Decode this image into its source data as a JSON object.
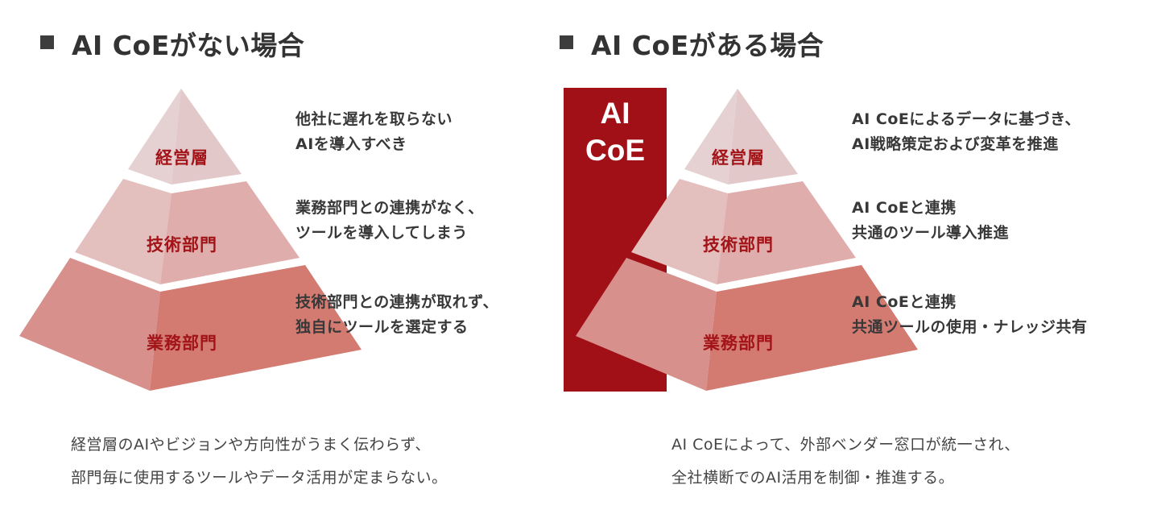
{
  "left": {
    "heading": "AI CoEがない場合",
    "tiers": [
      {
        "label": "経営層",
        "note": [
          "他社に遅れを取らない",
          "AIを導入すべき"
        ]
      },
      {
        "label": "技術部門",
        "note": [
          "業務部門との連携がなく、",
          "ツールを導入してしまう"
        ]
      },
      {
        "label": "業務部門",
        "note": [
          "技術部門との連携が取れず、",
          "独自にツールを選定する"
        ]
      }
    ],
    "summary": [
      "経営層のAIやビジョンや方向性がうまく伝わらず、",
      "部門毎に使用するツールやデータ活用が定まらない。"
    ]
  },
  "right": {
    "heading": "AI CoEがある場合",
    "coe_label": [
      "AI",
      "CoE"
    ],
    "tiers": [
      {
        "label": "経営層",
        "note": [
          "AI CoEによるデータに基づき、",
          "AI戦略策定および変革を推進"
        ]
      },
      {
        "label": "技術部門",
        "note": [
          "AI CoEと連携",
          "共通のツール導入推進"
        ]
      },
      {
        "label": "業務部門",
        "note": [
          "AI CoEと連携",
          "共通ツールの使用・ナレッジ共有"
        ]
      }
    ],
    "summary": [
      "AI CoEによって、外部ベンダー窓口が統一され、",
      "全社横断でのAI活用を制御・推進する。"
    ]
  },
  "colors": {
    "coe_bar": "#a10f17",
    "tier1_left": "#e6cfd0",
    "tier1_right": "#e3c9ca",
    "tier2_left": "#e3bebd",
    "tier2_right": "#dfadab",
    "tier3_left": "#d78e89",
    "tier3_right": "#d3786f",
    "label": "#a31419"
  }
}
